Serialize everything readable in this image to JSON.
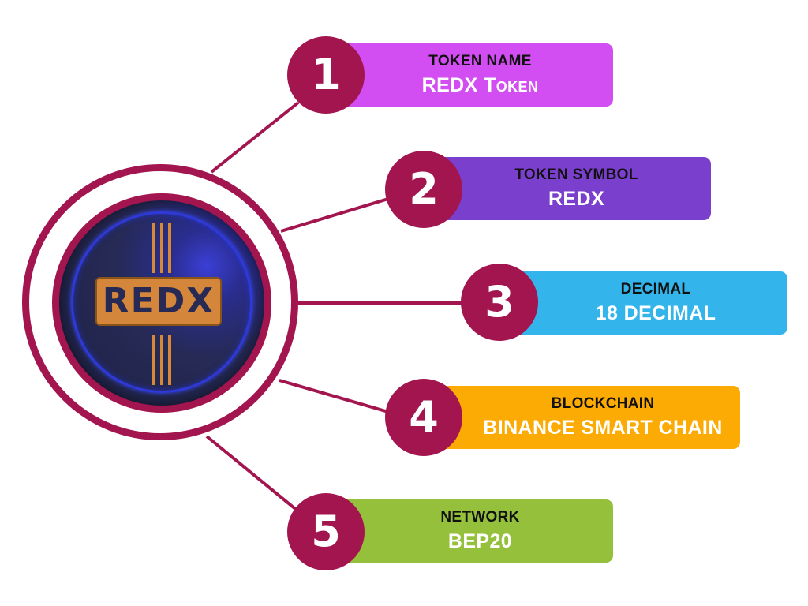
{
  "hub": {
    "logo_text": "REDX"
  },
  "items": [
    {
      "number": "1",
      "title": "TOKEN NAME",
      "value_main": "REDX T",
      "value_caps": "oken",
      "color": "#d34ef2"
    },
    {
      "number": "2",
      "title": "TOKEN SYMBOL",
      "value": "REDX",
      "color": "#7b3fce"
    },
    {
      "number": "3",
      "title": "DECIMAL",
      "value": "18 DECIMAL",
      "color": "#33b5ec"
    },
    {
      "number": "4",
      "title": "BLOCKCHAIN",
      "value": "BINANCE SMART CHAIN",
      "color": "#fbab04"
    },
    {
      "number": "5",
      "title": "NETWORK",
      "value": "BEP20",
      "color": "#95c03c"
    }
  ],
  "colors": {
    "accent": "#a3154f",
    "coin_dark": "#262a55",
    "coin_gold": "#d4873a"
  }
}
